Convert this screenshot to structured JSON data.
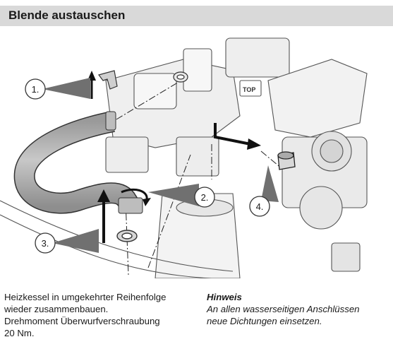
{
  "header": {
    "title": "Blende austauschen"
  },
  "illustration": {
    "callouts": [
      "1.",
      "2.",
      "3.",
      "4."
    ],
    "part_label": "TOP"
  },
  "instructions": {
    "lines": [
      "Heizkessel in umgekehrter Reihenfolge",
      "wieder zusammenbauen.",
      "Drehmoment Überwurfverschraubung",
      "20 Nm."
    ]
  },
  "note": {
    "heading": "Hinweis",
    "lines": [
      "An allen wasserseitigen Anschlüssen",
      "neue Dichtungen einsetzen."
    ]
  }
}
